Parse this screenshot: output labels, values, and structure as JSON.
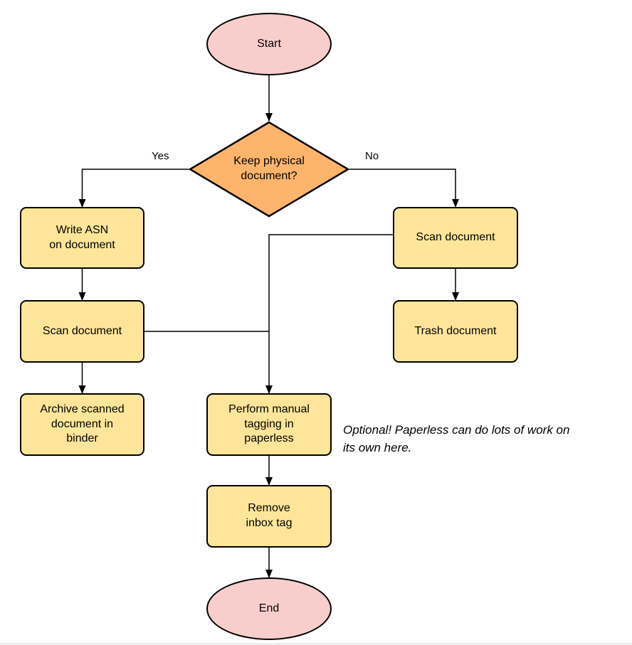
{
  "diagram": {
    "colors": {
      "background": "#ffffff",
      "terminal-fill": "#f8cecc",
      "decision-fill": "#ffb46e",
      "process-fill": "#ffe59a",
      "stroke": "#000000"
    },
    "nodes": {
      "start": {
        "label": "Start"
      },
      "decision": {
        "label": "Keep physical\ndocument?"
      },
      "write_asn": {
        "label": "Write ASN\non document"
      },
      "scan_left": {
        "label": "Scan document"
      },
      "archive": {
        "label": "Archive scanned\ndocument in\nbinder"
      },
      "scan_right": {
        "label": "Scan document"
      },
      "trash": {
        "label": "Trash document"
      },
      "tagging": {
        "label": "Perform manual\ntagging in\npaperless"
      },
      "remove_inbox": {
        "label": "Remove\ninbox tag"
      },
      "end": {
        "label": "End"
      }
    },
    "edge_labels": {
      "yes": "Yes",
      "no": "No"
    },
    "annotation": "Optional! Paperless can do lots of work on\nits own here."
  }
}
